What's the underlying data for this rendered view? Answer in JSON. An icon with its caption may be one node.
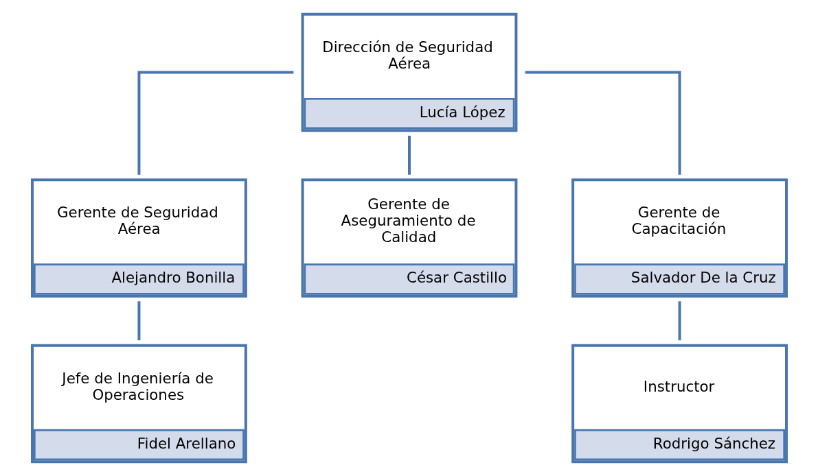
{
  "diagram": {
    "nodes": [
      {
        "text": [
          "Dirección de Seguridad Aérea",
          "Lucía López"
        ]
      },
      {
        "text": [
          "Gerente de Seguridad Aérea",
          "Alejandro Bonilla"
        ]
      },
      {
        "text": [
          "Gerente de Aseguramiento de Calidad",
          "César Castillo"
        ]
      },
      {
        "text": [
          "Gerente de Capacitación",
          "Salvador De la Cruz"
        ]
      },
      {
        "text": [
          "Jefe de Ingeniería de Operaciones",
          "Fidel Arellano"
        ]
      },
      {
        "text": [
          "Instructor",
          "Rodrigo Sánchez"
        ]
      }
    ],
    "edges": [
      {
        "from": 0,
        "to": 1,
        "arrow": "none"
      },
      {
        "from": 0,
        "to": 2,
        "arrow": "none"
      },
      {
        "from": 0,
        "to": 3,
        "arrow": "none"
      },
      {
        "from": 1,
        "to": 4,
        "arrow": "none"
      },
      {
        "from": 3,
        "to": 5,
        "arrow": "none"
      }
    ]
  }
}
